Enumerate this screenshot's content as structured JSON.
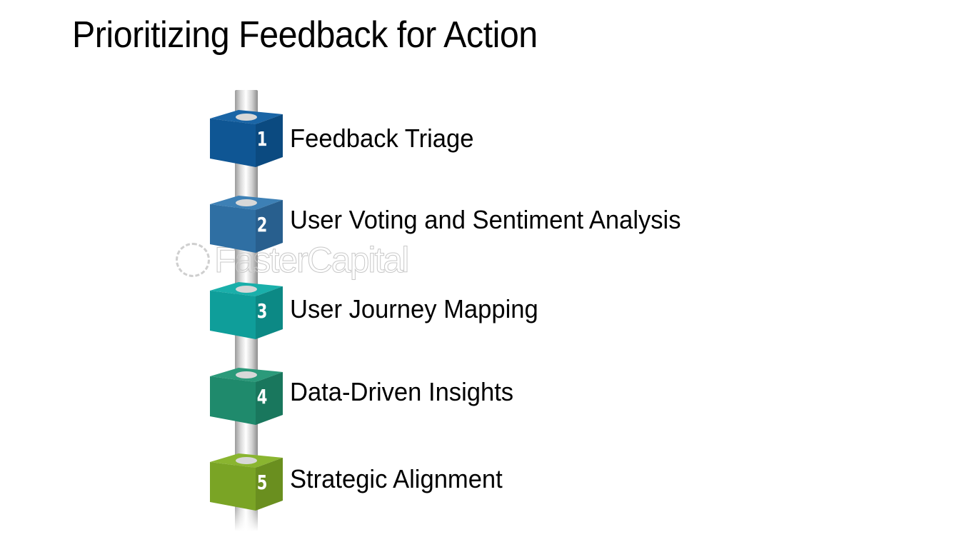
{
  "title": "Prioritizing Feedback for Action",
  "watermark": "FasterCapital",
  "steps": [
    {
      "number": "1",
      "label": "Feedback Triage",
      "color_front": "#0f5694",
      "color_top": "#1a65a6",
      "color_side": "#0b4a80"
    },
    {
      "number": "2",
      "label": "User Voting and Sentiment Analysis",
      "color_front": "#2f6fa3",
      "color_top": "#3d80b5",
      "color_side": "#285f8e"
    },
    {
      "number": "3",
      "label": "User Journey Mapping",
      "color_front": "#0f9e9a",
      "color_top": "#1aafaa",
      "color_side": "#0c8985"
    },
    {
      "number": "4",
      "label": "Data-Driven Insights",
      "color_front": "#1f8a6c",
      "color_top": "#2b9a7a",
      "color_side": "#19775d"
    },
    {
      "number": "5",
      "label": "Strategic Alignment",
      "color_front": "#7aa425",
      "color_top": "#8ab530",
      "color_side": "#6a8f1f"
    }
  ]
}
